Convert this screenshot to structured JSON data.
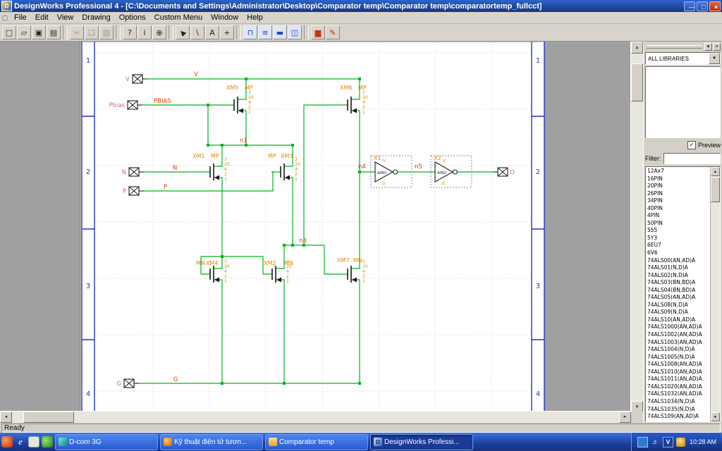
{
  "window": {
    "title": "DesignWorks Professional 4 - [C:\\Documents and Settings\\Administrator\\Desktop\\Comparator temp\\Comparator temp\\comparatortemp_fullcct]"
  },
  "icons": {
    "app": "D",
    "mdi_document": "▢",
    "minimize": "—",
    "maximize": "□",
    "close": "×",
    "dropdown_arrow": "▼",
    "checkmark": "✓",
    "scroll_up": "▲",
    "scroll_down": "▼",
    "scroll_left": "◄",
    "scroll_right": "►",
    "panel_menu": "▾",
    "panel_close": "×",
    "ie": "e",
    "unikey": "V",
    "volume": "♬",
    "network": "⌗",
    "designworks": "D",
    "dcom": "d"
  },
  "menu": {
    "items": [
      "File",
      "Edit",
      "View",
      "Drawing",
      "Options",
      "Custom Menu",
      "Window",
      "Help"
    ]
  },
  "toolbar": {
    "buttons": [
      {
        "name": "new-document",
        "glyph": "□"
      },
      {
        "name": "open-file",
        "glyph": "▱"
      },
      {
        "name": "save",
        "glyph": "▣"
      },
      {
        "name": "print",
        "glyph": "▤"
      },
      {
        "name": "cut",
        "glyph": "✂"
      },
      {
        "name": "copy",
        "glyph": "❑"
      },
      {
        "name": "paste",
        "glyph": "▧"
      },
      {
        "name": "help",
        "glyph": "?"
      },
      {
        "name": "get-info",
        "glyph": "i"
      },
      {
        "name": "zoom",
        "glyph": "⊕"
      },
      {
        "name": "pointer-tool",
        "glyph": "▶"
      },
      {
        "name": "line-tool",
        "glyph": "\\"
      },
      {
        "name": "text-tool",
        "glyph": "A"
      },
      {
        "name": "draw-plus-tool",
        "glyph": "+"
      },
      {
        "name": "timing-tool",
        "glyph": "⊓"
      },
      {
        "name": "bus-tool",
        "glyph": "≡"
      },
      {
        "name": "signal-tool",
        "glyph": "▬"
      },
      {
        "name": "waveform-window",
        "glyph": "◫"
      },
      {
        "name": "simulation-chart",
        "glyph": "▆"
      },
      {
        "name": "probe-tool",
        "glyph": "✎"
      }
    ]
  },
  "schematic": {
    "border_numbers": [
      "1",
      "2",
      "3",
      "4"
    ],
    "pin_numbers": [
      "3",
      "20",
      "4",
      "2",
      "1"
    ],
    "net_labels": {
      "v": "V",
      "pbias": "PBIAS",
      "n": "N",
      "p": "P",
      "g": "G",
      "n1": "n1",
      "n3": "n3",
      "n4": "n4",
      "n5": "n5"
    },
    "terminal_labels": {
      "v": "V",
      "pbias": "Pbias",
      "n": "N",
      "p": "P",
      "g": "G",
      "o": "O"
    },
    "components": {
      "xm1": {
        "ref": "XM1",
        "model": "MP"
      },
      "xm2": {
        "ref": "XM2",
        "model": "MN"
      },
      "xm3": {
        "ref": "XM3",
        "model": "MP"
      },
      "xm4": {
        "ref": "XM4",
        "model": "MN"
      },
      "xm5": {
        "ref": "XM5",
        "model": "MP"
      },
      "xm6": {
        "ref": "XM6",
        "model": "MP"
      },
      "xm7": {
        "ref": "XM7",
        "model": "MN"
      },
      "x1": {
        "ref": "X1",
        "type": "AINV",
        "power": "V",
        "ground": ".G"
      },
      "x2": {
        "ref": "X2",
        "type": "AINV",
        "power": "V",
        "ground": ".G"
      }
    }
  },
  "library_panel": {
    "dropdown_value": "ALL LIBRARIES",
    "preview_label": "Preview",
    "filter_label": "Filter:",
    "filter_value": "",
    "parts": [
      "12Ax7",
      "16PIN",
      "20PIN",
      "26PIN",
      "34PIN",
      "40PIN",
      "4PIN",
      "50PIN",
      "555",
      "5Y3",
      "6EU7",
      "6V6",
      "74ALS00(AN,AD)A",
      "74ALS01(N,D)A",
      "74ALS02(N,D)A",
      "74ALS03(BN,BD)A",
      "74ALS04(BN,BD)A",
      "74ALS05(AN,AD)A",
      "74ALS08(N,D)A",
      "74ALS09(N,D)A",
      "74ALS10(AN,AD)A",
      "74ALS1000(AN,AD)A",
      "74ALS1002(AN,AD)A",
      "74ALS1003(AN,AD)A",
      "74ALS1004(N,D)A",
      "74ALS1005(N,D)A",
      "74ALS1008(AN,AD)A",
      "74ALS1010(AN,AD)A",
      "74ALS1011(AN,AD)A",
      "74ALS1020(AN,AD)A",
      "74ALS1032(AN,AD)A",
      "74ALS1034(N,D)A",
      "74ALS1035(N,D)A",
      "74ALS109(AN,AD)A"
    ]
  },
  "status_bar": {
    "text": "Ready"
  },
  "taskbar": {
    "quick_launch": [
      "launcher",
      "internet-explorer",
      "show-desktop",
      "media-player"
    ],
    "buttons": [
      {
        "label": "D-com 3G",
        "icon": "dcom"
      },
      {
        "label": "Kỹ thuật điện tử tươn...",
        "icon": "browser"
      },
      {
        "label": "Comparator temp",
        "icon": "folder"
      },
      {
        "label": "DesignWorks Professi...",
        "icon": "designworks"
      }
    ],
    "tray_icons": [
      "network",
      "volume",
      "unikey"
    ],
    "clock": "10:28 AM"
  },
  "colors": {
    "wire_green": "#00b41e",
    "reference_orange": "#e08800",
    "net_label_red": "#d84200",
    "terminal_pink": "#e0559f",
    "border_blue": "#2233cc",
    "titlebar_blue": "#1b3e9e",
    "taskbar_blue": "#2a5ad7"
  }
}
